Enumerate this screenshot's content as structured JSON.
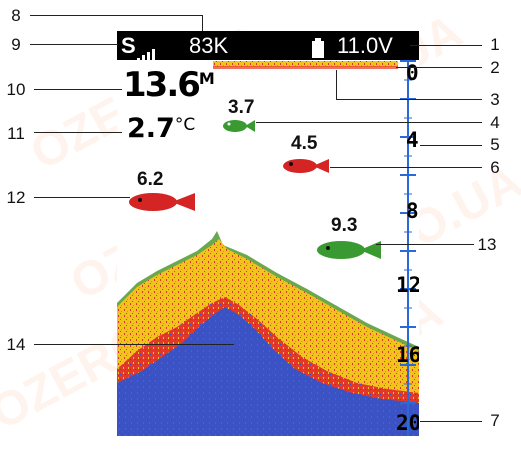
{
  "status_bar": {
    "sonar_indicator": "S",
    "frequency": "83K",
    "battery_voltage": "11.0V"
  },
  "readouts": {
    "depth_value": "13.6",
    "depth_unit": "M",
    "temperature_value": "2.7",
    "temperature_unit": "°C"
  },
  "fish": [
    {
      "depth_label": "3.7",
      "color": "#3a9a32"
    },
    {
      "depth_label": "4.5",
      "color": "#d42424"
    },
    {
      "depth_label": "6.2",
      "color": "#d42424"
    },
    {
      "depth_label": "9.3",
      "color": "#3a9a32"
    }
  ],
  "depth_scale": [
    "0",
    "4",
    "8",
    "12",
    "16",
    "20"
  ],
  "callouts": [
    "1",
    "2",
    "3",
    "4",
    "5",
    "6",
    "7",
    "8",
    "9",
    "10",
    "11",
    "12",
    "13",
    "14"
  ],
  "watermark": "OZERO.UA",
  "colors": {
    "scale_blue": "#2a6ad8",
    "bottom_blue": "#3a50c0",
    "echo_yellow": "#f0c020",
    "echo_red": "#e03020",
    "status_bg": "#000000"
  }
}
